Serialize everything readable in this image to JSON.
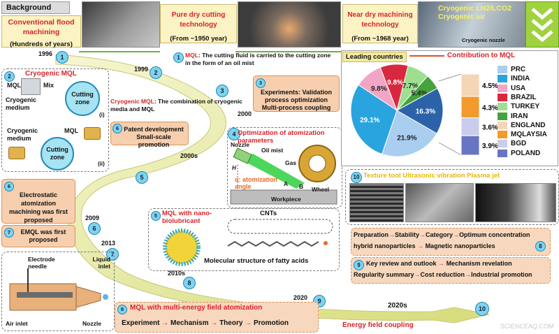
{
  "background_label": "Background",
  "stages": [
    {
      "title": "Conventional flood machining",
      "sub": "(Hundreds of years)"
    },
    {
      "title": "Pure dry cutting technology",
      "sub": "(From ~1950 year)"
    },
    {
      "title": "Near dry machining technology",
      "sub": "(From ~1968 year)"
    },
    {
      "title": "Cryogenic LN2/LCO2 Cryogenic air",
      "sub": "Cryogenic nozzle"
    }
  ],
  "years": [
    "1996",
    "1999",
    "2000",
    "2000s",
    "2009",
    "2013",
    "2010s",
    "2020",
    "2020s"
  ],
  "items": {
    "mql_def": {
      "num": "1",
      "term": "MQL",
      "text": ": The cutting fluid is carried to the cutting zone in the form of an oil mist"
    },
    "cryo_title": {
      "num": "2",
      "text": "Cryogenic MQL"
    },
    "cryo_def": {
      "term": "Cryogenic MQL",
      "text": ": The combination of cryogenic media and MQL"
    },
    "fig_i": {
      "mql": "MQL",
      "mix": "Mix",
      "medium": "Cryogenic medium",
      "zone": "Cutting zone",
      "tag": "(i)"
    },
    "fig_ii": {
      "medium": "Cryogenic medium",
      "mql": "MQL",
      "zone": "Cutting zone",
      "tag": "(ii)"
    },
    "experiments": {
      "num": "3",
      "text": "Experiments: Validation process optimization Multi-process coupling"
    },
    "atomization": {
      "num": "4",
      "text": "Optimization of atomization parameters"
    },
    "atom_fig": {
      "nozzle": "Nozzle",
      "oilmist": "Oil mist",
      "gas": "Gas",
      "wheel": "Wheel",
      "alpha": "α: atomization angle",
      "workpiece": "Workpiece",
      "H": "H",
      "B": "B",
      "A": "A"
    },
    "n5": {
      "num": "5"
    },
    "patent": {
      "num": "6",
      "text": "Patent development Small-scale promotion"
    },
    "electrostatic": {
      "num": "6",
      "text": "Electrostatic atomization machining was first proposed"
    },
    "emql": {
      "num": "7",
      "text": "EMQL was first proposed"
    },
    "nano": {
      "num": "5",
      "text": "MQL with nano-biolubricant",
      "cnts": "CNTs",
      "fatty": "Molecular structure of fatty acids"
    },
    "emql_fig": {
      "electrode": "Electrode needle",
      "liquid": "Liquid inlet",
      "air": "Air inlet",
      "nozzle": "Nozzle"
    },
    "multi": {
      "num": "8",
      "text": "MQL with multi-energy field atomization",
      "flow": [
        "Experiment",
        "Mechanism",
        "Theory",
        "Promotion"
      ]
    },
    "energy": "Energy field coupling",
    "n8b": {
      "num": "8"
    },
    "n10": {
      "num": "10"
    },
    "texture": {
      "num": "10",
      "text": "Texture tool Ultrasonic vibration Plasma jet"
    },
    "prep": {
      "num": "8",
      "row1": [
        "Preparation",
        "Stability",
        "Category",
        "Optimum concentration"
      ],
      "row2": [
        "hybrid nanoparticles",
        "Magnetic nanoparticles"
      ]
    },
    "review": {
      "num": "9",
      "row1": [
        "Key review and outlook",
        "Mechanism revelation"
      ],
      "row2": [
        "Regularity summary",
        "Cost reduction",
        "Industrial promotion"
      ]
    }
  },
  "chart_title_left": "Leading countries",
  "chart_title_right": "Contribution to MQL",
  "watermark": "SCIENCEAQ.COM",
  "chart_data": {
    "type": "pie",
    "title": "Contribution to MQL",
    "legend": [
      "PRC",
      "INDIA",
      "USA",
      "BRAZIL",
      "TURKEY",
      "IRAN",
      "ENGLAND",
      "MQLAYSIA",
      "BGD",
      "POLAND"
    ],
    "slices": [
      {
        "label": "PRC",
        "value": 21.9,
        "color": "#a9cef0"
      },
      {
        "label": "INDIA",
        "value": 29.1,
        "color": "#2aa4de"
      },
      {
        "label": "USA",
        "value": 9.8,
        "color": "#f2a5c5"
      },
      {
        "label": "BRAZIL",
        "value": 9.8,
        "color": "#d8283f"
      },
      {
        "label": "TURKEY",
        "value": 7.7,
        "color": "#9ede91"
      },
      {
        "label": "IRAN",
        "value": 5.4,
        "color": "#46a23e"
      },
      {
        "label": "",
        "value": 16.3,
        "color": "#2c63a8"
      }
    ],
    "bar_stack": [
      {
        "label": "ENGLAND",
        "value": 4.5,
        "color": "#f4d6b5"
      },
      {
        "label": "MQLAYSIA",
        "value": 4.3,
        "color": "#f39a2c"
      },
      {
        "label": "BGD",
        "value": 3.6,
        "color": "#c9ccea"
      },
      {
        "label": "POLAND",
        "value": 3.9,
        "color": "#6775c4"
      }
    ],
    "legend_colors": [
      "#a9cef0",
      "#2aa4de",
      "#f2a5c5",
      "#d8283f",
      "#9ede91",
      "#46a23e",
      "#f4d6b5",
      "#f39a2c",
      "#c9ccea",
      "#6775c4"
    ]
  }
}
